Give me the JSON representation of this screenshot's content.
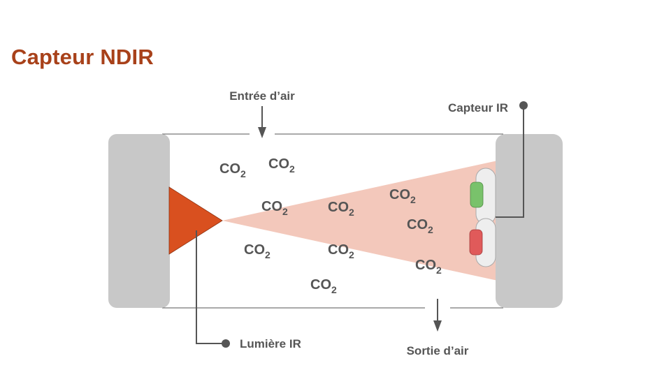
{
  "title": "Capteur NDIR",
  "labels": {
    "air_in": "Entrée d’air",
    "air_out": "Sortie d’air",
    "ir_sensor": "Capteur IR",
    "ir_light": "Lumière IR"
  },
  "molecule": {
    "main": "CO",
    "sub": "2"
  },
  "colors": {
    "title": "#a8411a",
    "emitter": "#d9501f",
    "beam": "#f3c8bb",
    "wall": "#c8c8c8",
    "detector_green": "#79c26b",
    "detector_red": "#e05a5a",
    "line": "#555555"
  }
}
